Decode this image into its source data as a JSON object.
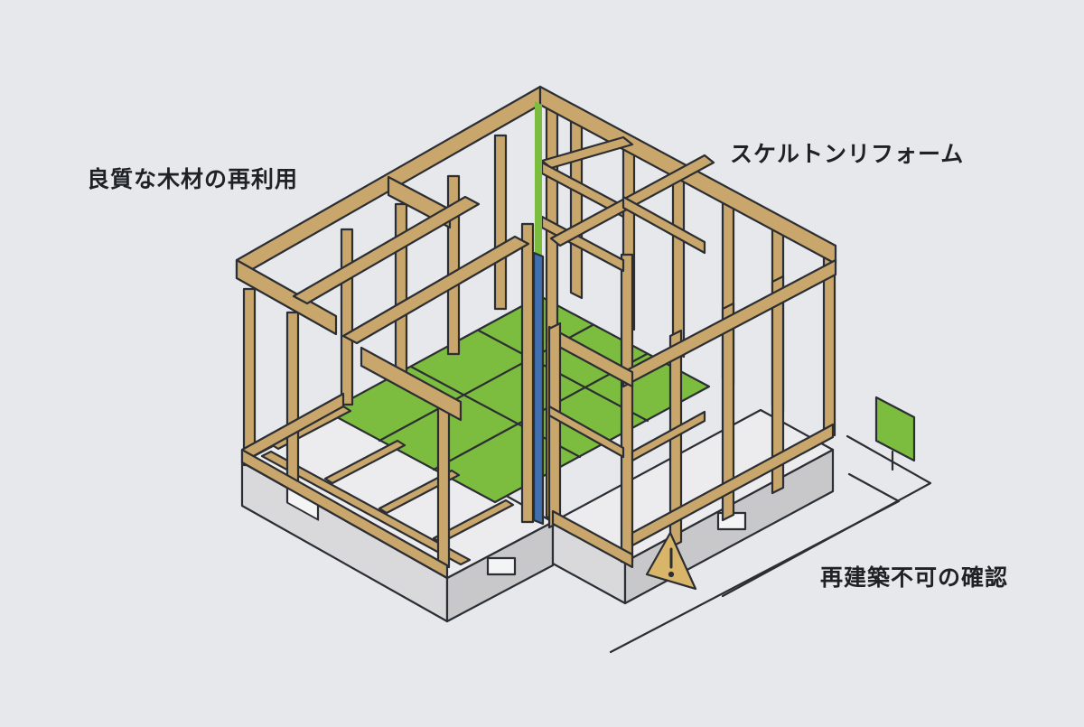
{
  "labels": {
    "wood_reuse": "良質な木材の再利用",
    "skeleton_reform": "スケルトンリフォーム",
    "rebuild_check": "再建築不可の確認"
  },
  "colors": {
    "background": "#e7e8eb",
    "wood": "#c9a66b",
    "wood_dark": "#b08a4f",
    "floor": "#7cbc3e",
    "foundation": "#dcdcdf",
    "outline": "#2b2e33",
    "partition": "#3f6fae",
    "warning": "#d9b56a"
  },
  "icons": [
    "warning-icon",
    "green-sign-icon"
  ]
}
